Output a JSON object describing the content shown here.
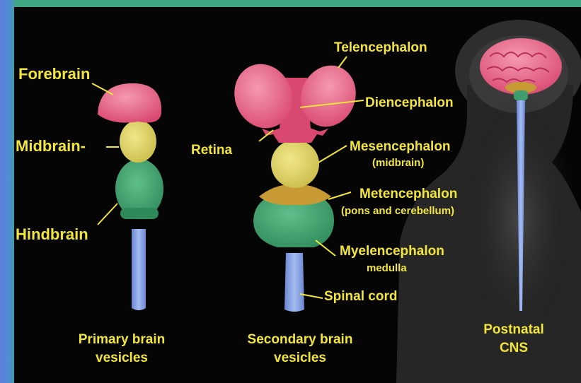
{
  "diagram": {
    "primary_labels": {
      "forebrain": "Forebrain",
      "midbrain": "Midbrain-",
      "hindbrain": "Hindbrain"
    },
    "secondary_labels": {
      "telencephalon": "Telencephalon",
      "diencephalon": "Diencephalon",
      "retina": "Retina",
      "mesencephalon": "Mesencephalon",
      "mesencephalon_sub": "(midbrain)",
      "metencephalon": "Metencephalon",
      "metencephalon_sub": "(pons and cerebellum)",
      "myelencephalon": "Myelencephalon",
      "myelencephalon_sub": "medulla",
      "spinal_cord": "Spinal cord"
    },
    "captions": {
      "primary_line1": "Primary brain",
      "primary_line2": "vesicles",
      "secondary_line1": "Secondary brain",
      "secondary_line2": "vesicles",
      "postnatal_line1": "Postnatal",
      "postnatal_line2": "CNS"
    },
    "colors": {
      "label": "#f2e63a",
      "forebrain": "#e8607f",
      "midbrain": "#d9d06a",
      "hindbrain": "#3f9e6e",
      "spinal_cord": "#7f9be0",
      "metencephalon": "#c79a34",
      "background": "#050505",
      "frame": "#3ea882"
    }
  }
}
